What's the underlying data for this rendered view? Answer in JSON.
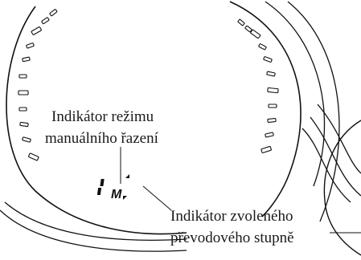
{
  "labels": {
    "mode_indicator_line1": "Indikátor režimu",
    "mode_indicator_line2": "manuálního řazení",
    "gear_indicator_line1": "Indikátor zvoleného",
    "gear_indicator_line2": "převodového stupně"
  },
  "indicator": {
    "mode_letter": "M"
  }
}
